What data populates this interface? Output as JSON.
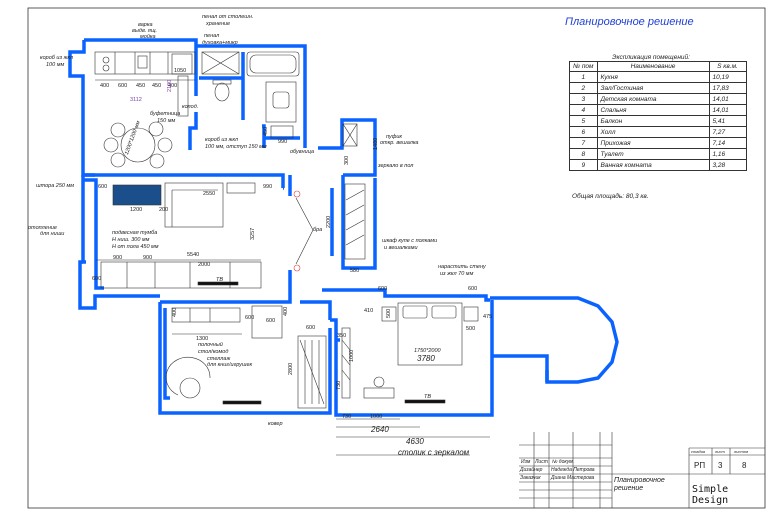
{
  "title": "Планировочное решение",
  "explication": {
    "heading": "Экспликация помещений:",
    "columns": [
      "№ пом",
      "Наименование",
      "S кв.м."
    ],
    "rows": [
      {
        "no": "1",
        "name": "Кухня",
        "area": "10,19"
      },
      {
        "no": "2",
        "name": "Зал/Гостиная",
        "area": "17,83"
      },
      {
        "no": "3",
        "name": "Детская комната",
        "area": "14,01"
      },
      {
        "no": "4",
        "name": "Спальня",
        "area": "14,01"
      },
      {
        "no": "5",
        "name": "Балкон",
        "area": "5,41"
      },
      {
        "no": "6",
        "name": "Холл",
        "area": "7,27"
      },
      {
        "no": "7",
        "name": "Прихожая",
        "area": "7,14"
      },
      {
        "no": "8",
        "name": "Туалет",
        "area": "1,16"
      },
      {
        "no": "9",
        "name": "Ванная комната",
        "area": "3,28"
      }
    ],
    "total": "Общая площадь:  80,3 кв."
  },
  "plan_labels": {
    "varka": "варка",
    "vyd": "выдв. ящ.",
    "mojka": "мойка",
    "penal_stol": "пенал от столешн.",
    "hranenie": "хранение",
    "penal": "пенал",
    "duhovka": "духовка+микр",
    "korob1": "короб из жкл",
    "korob1b": "100 мм",
    "bufet": "буфетница",
    "bufet_h": "150 мм",
    "korob2": "короб из жкл",
    "korob2b": "100 мм, отступ 150 мм",
    "obuv": "обувница",
    "pufik": "пуфик",
    "pufik2": "откр. вешалка",
    "zerkalo": "зеркало в пол",
    "shtora": "штора 250 мм",
    "otopl": "отопление",
    "otopl2": "для ниши",
    "podvesn": "подвесная тумба",
    "podvesn2": "Н ниш. 300 мм",
    "podvesn3": "Н от пола 450 мм",
    "shkaf": "шкаф купе с полками",
    "shkaf2": "и вешалками",
    "rasshir": "нарастить стену",
    "rasshir2": "из жкл 70 мм",
    "polka1": "полочный",
    "polka2": "стол/комод",
    "polka3": "стеллаж",
    "polka4": "для книг/игрушек",
    "kover": "ковер",
    "stolik": "столик с зеркалом",
    "bra": "бра",
    "kolod": "колод.",
    "tv": "ТВ",
    "tv2": "ТВ",
    "bed": "1750*2000",
    "tbl": "1200*1200 мм"
  },
  "dims": {
    "d400a": "400",
    "d600a": "600",
    "d450a": "450",
    "d450b": "450",
    "d400b": "400",
    "d1050": "1050",
    "d3112": "3112",
    "d2100": "2100",
    "d990": "990",
    "d450c": "450",
    "d1480": "1480",
    "d300": "300",
    "d600b": "600",
    "d2550": "2550",
    "d990b": "990",
    "d1200": "1200",
    "d200": "200",
    "d3257": "3257",
    "d2200": "2200",
    "d900a": "900",
    "d900b": "900",
    "d5540": "5540",
    "d2000": "2000",
    "d600c": "600",
    "d580": "580",
    "d600d": "600",
    "d600e": "600",
    "d500a": "500",
    "d500b": "500",
    "d410": "410",
    "d475": "475",
    "d3780": "3780",
    "d1300": "1300",
    "d600f": "600",
    "d600g": "600",
    "d400c": "400",
    "d600h": "600",
    "d350": "350",
    "d1000a": "1000",
    "d730a": "730",
    "d2800": "2800",
    "d730b": "730",
    "d1000b": "1000",
    "d2640": "2640",
    "d4630": "4630",
    "d400d": "400"
  },
  "stamp": {
    "h1": "Изм",
    "h2": "Лист",
    "h3": "№ докум.",
    "role1": "Дизайнер",
    "name1": "Надежда Петрова",
    "role2": "Заказчик",
    "name2": "Диана Мастерова",
    "doc_title": "Планировочное решение",
    "stage_label": "стадия",
    "sheet_label": "лист",
    "sheets_label": "листов",
    "stage": "РП",
    "sheet": "3",
    "sheets": "8",
    "firm": "Simple Design"
  },
  "colors": {
    "wall": "#0a63ff",
    "ink": "#222222",
    "title": "#1f3fd6"
  }
}
